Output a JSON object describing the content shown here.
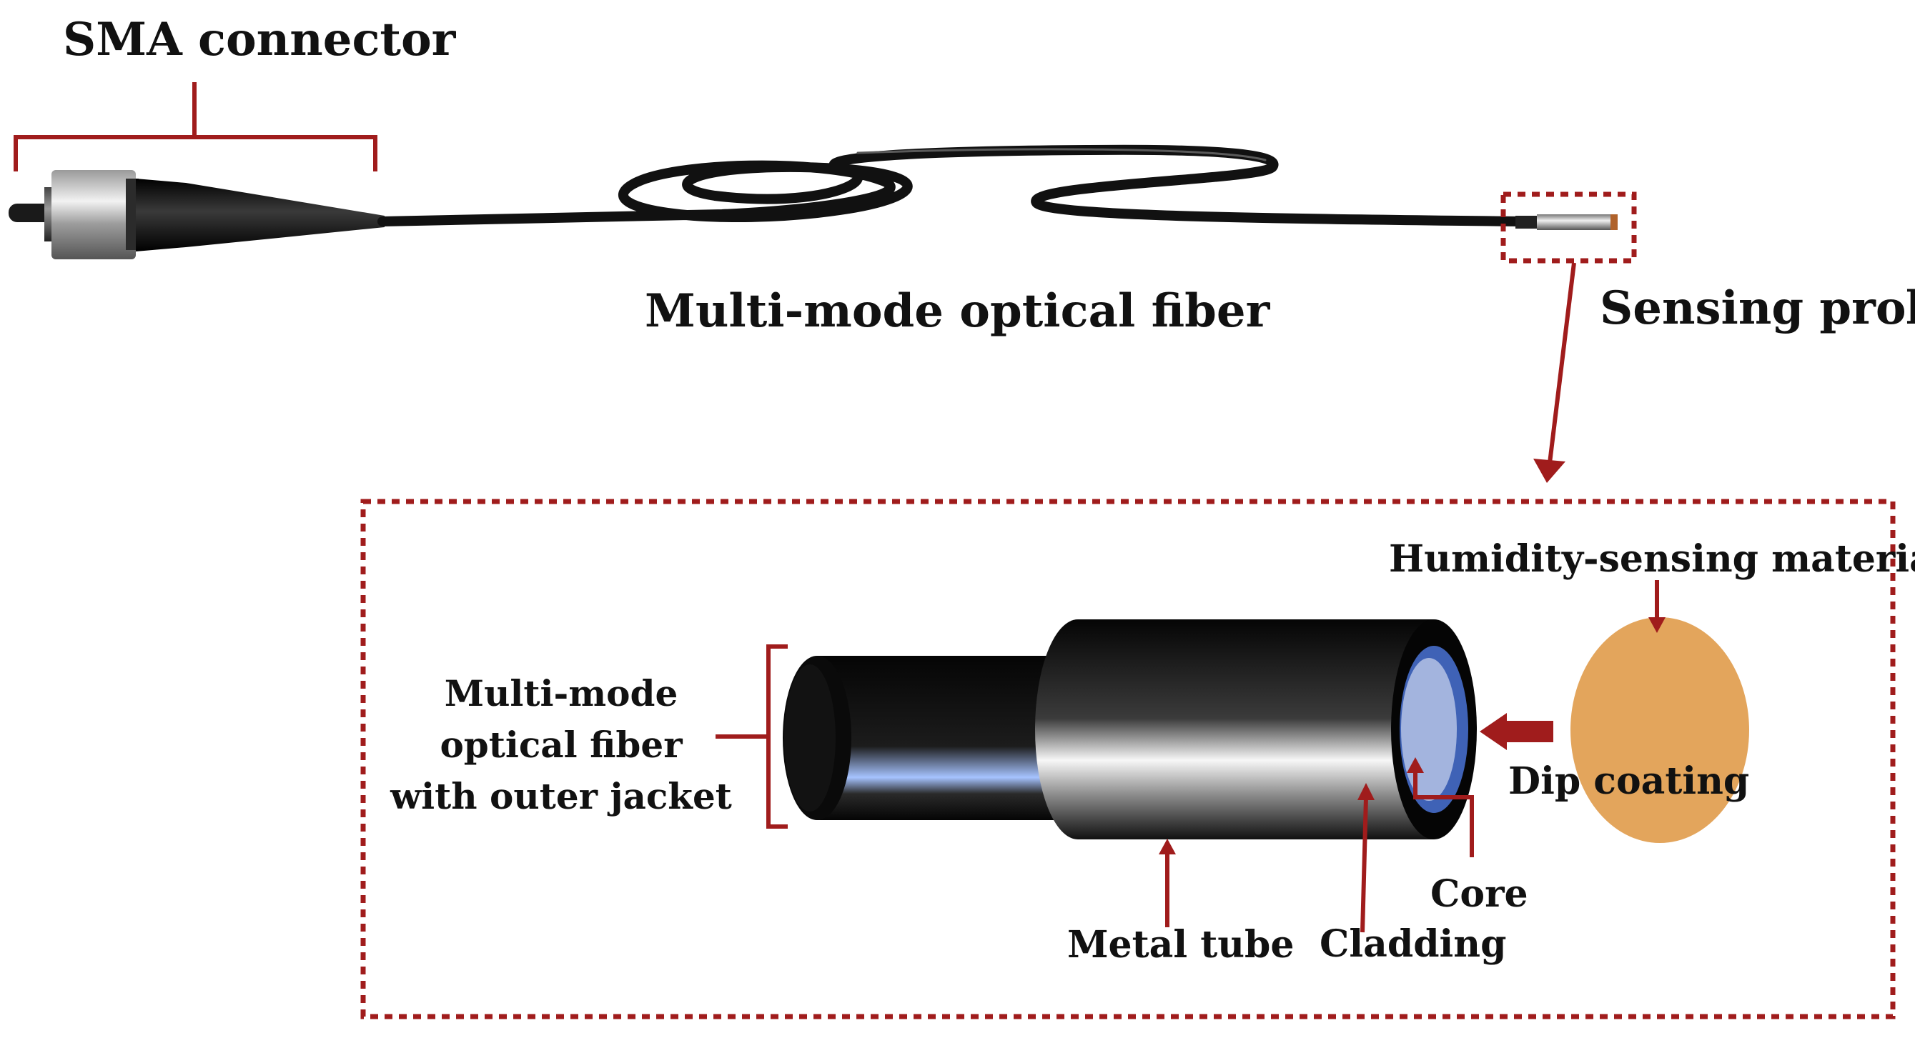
{
  "labels": {
    "sma_connector": "SMA connector",
    "multimode_fiber": "Multi-mode optical fiber",
    "sensing_probe": "Sensing probe",
    "humidity_material": "Humidity-sensing material",
    "fiber_jacket_line1": "Multi-mode",
    "fiber_jacket_line2": "optical fiber",
    "fiber_jacket_line3": "with outer jacket",
    "dip_coating": "Dip coating",
    "core": "Core",
    "cladding": "Cladding",
    "metal_tube": "Metal tube"
  },
  "colors": {
    "accent_red": "#a01c1c",
    "cable_black": "#111111",
    "cladding_blue": "#3f62b6",
    "core_blue": "#a3b4de",
    "material_orange": "#e3a55c",
    "probe_tip_copper": "#b0622b"
  }
}
